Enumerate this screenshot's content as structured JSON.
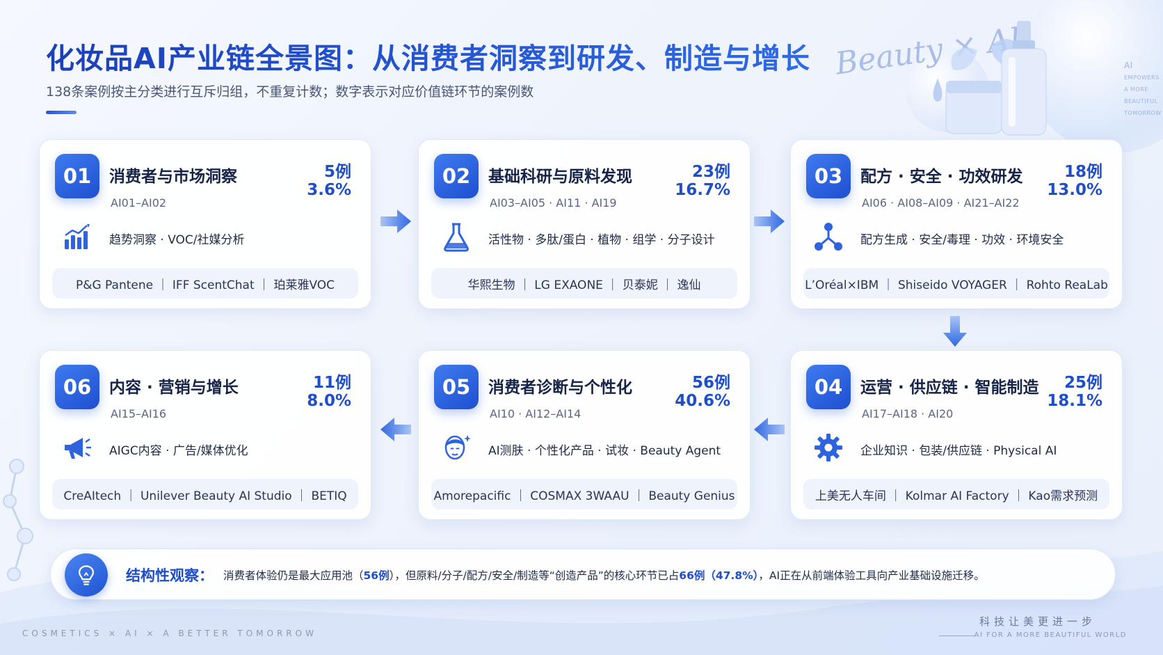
{
  "header": {
    "title": "化妆品AI产业链全景图：从消费者洞察到研发、制造与增长",
    "subtitle": "138条案例按主分类进行互斥归组，不重复计数；数字表示对应价值链环节的案例数",
    "script_text": "Beauty × AI",
    "side_note": [
      "AI",
      "EMPOWERS",
      "A MORE",
      "BEAUTIFUL",
      "TOMORROW"
    ]
  },
  "cards": [
    {
      "num": "01",
      "title": "消费者与市场洞察",
      "codes": "AI01–AI02",
      "count": "5例",
      "pct": "3.6%",
      "icon": "bar-chart-icon",
      "tags": "趋势洞察 · VOC/社媒分析",
      "cases": "P&G Pantene ｜ IFF ScentChat ｜ 珀莱雅VOC"
    },
    {
      "num": "02",
      "title": "基础科研与原料发现",
      "codes": "AI03–AI05 · AI11 · AI19",
      "count": "23例",
      "pct": "16.7%",
      "icon": "flask-icon",
      "tags": "活性物 · 多肽/蛋白 · 植物 · 组学 · 分子设计",
      "cases": "华熙生物 ｜ LG EXAONE ｜ 贝泰妮 ｜ 逸仙"
    },
    {
      "num": "03",
      "title": "配方 · 安全 · 功效研发",
      "codes": "AI06 · AI08–AI09 · AI21–AI22",
      "count": "18例",
      "pct": "13.0%",
      "icon": "molecule-icon",
      "tags": "配方生成 · 安全/毒理 · 功效 · 环境安全",
      "cases": "L’Oréal×IBM ｜ Shiseido VOYAGER ｜ Rohto ReaLab"
    },
    {
      "num": "04",
      "title": "运营 · 供应链 · 智能制造",
      "codes": "AI17–AI18 · AI20",
      "count": "25例",
      "pct": "18.1%",
      "icon": "gear-icon",
      "tags": "企业知识 · 包装/供应链 · Physical AI",
      "cases": "上美无人车间 ｜ Kolmar AI Factory ｜ Kao需求预测"
    },
    {
      "num": "05",
      "title": "消费者诊断与个性化",
      "codes": "AI10 · AI12–AI14",
      "count": "56例",
      "pct": "40.6%",
      "icon": "face-icon",
      "tags": "AI测肤 · 个性化产品 · 试妆 · Beauty Agent",
      "cases": "Amorepacific ｜ COSMAX 3WAAU ｜ Beauty Genius"
    },
    {
      "num": "06",
      "title": "内容 · 营销与增长",
      "codes": "AI15–AI16",
      "count": "11例",
      "pct": "8.0%",
      "icon": "megaphone-icon",
      "tags": "AIGC内容 · 广告/媒体优化",
      "cases": "CreAItech ｜ Unilever Beauty AI Studio ｜ BETIQ"
    }
  ],
  "insight": {
    "label": "结构性观察：",
    "t1": "消费者体验仍是最大应用池（",
    "h1": "56例",
    "t2": "），但原料/分子/配方/安全/制造等“创造产品”的核心环节已占",
    "h2": "66例（47.8%）",
    "t3": "，AI正在从前端体验工具向产业基础设施迁移。",
    "icon": "lightbulb-icon"
  },
  "footer": {
    "left": "COSMETICS × AI × A BETTER TOMORROW",
    "right_cn": "科技让美更进一步",
    "right_en": "AI FOR A MORE BEAUTIFUL WORLD"
  },
  "colors": {
    "accent": "#1e4fc8",
    "badge_start": "#3f7bf0",
    "badge_end": "#1e4fd0",
    "case_bg": "#eef3fc"
  }
}
